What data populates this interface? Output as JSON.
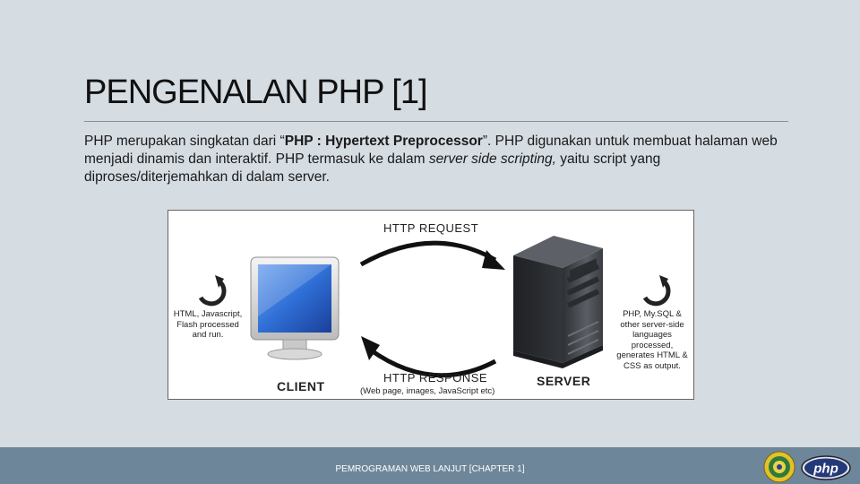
{
  "slide": {
    "title": "PENGENALAN PHP [1]",
    "paragraph": {
      "intro": "PHP merupakan singkatan dari “",
      "bold": "PHP : Hypertext Preprocessor",
      "middle": "”. PHP digunakan untuk membuat halaman web menjadi dinamis dan interaktif. PHP termasuk ke dalam ",
      "italic": "server side scripting,",
      "end": " yaitu script yang diproses/diterjemahkan di dalam server."
    }
  },
  "diagram": {
    "http_request": "HTTP REQUEST",
    "http_response": "HTTP RESPONSE",
    "response_note": "(Web page, images, JavaScript etc)",
    "client_label": "CLIENT",
    "server_label": "SERVER",
    "client_note": [
      "HTML, Javascript,",
      "Flash processed",
      "and run."
    ],
    "server_note": [
      "PHP, My.SQL &",
      "other server-side",
      "languages",
      "processed,",
      "generates HTML &",
      "CSS as output."
    ]
  },
  "footer": {
    "text": "PEMROGRAMAN WEB LANJUT [CHAPTER 1]",
    "php_logo_text": "php"
  },
  "colors": {
    "background": "#d5dce2",
    "footer": "#6e8699",
    "monitor_screen": "#2f6fd6",
    "server_body": "#4a4d52"
  }
}
